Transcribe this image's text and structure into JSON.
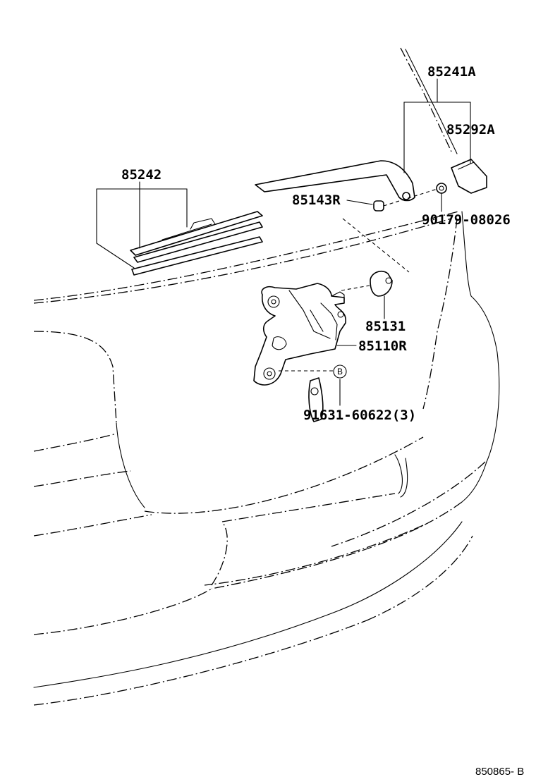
{
  "labels": {
    "p85241A": "85241A",
    "p85292A": "85292A",
    "p85242": "85242",
    "p85143R": "85143R",
    "p90179": "90179-08026",
    "p85131": "85131",
    "p85110R": "85110R",
    "p91631": "91631-60622(3)",
    "circle_b": "B"
  },
  "figure_ref": "850865- B"
}
